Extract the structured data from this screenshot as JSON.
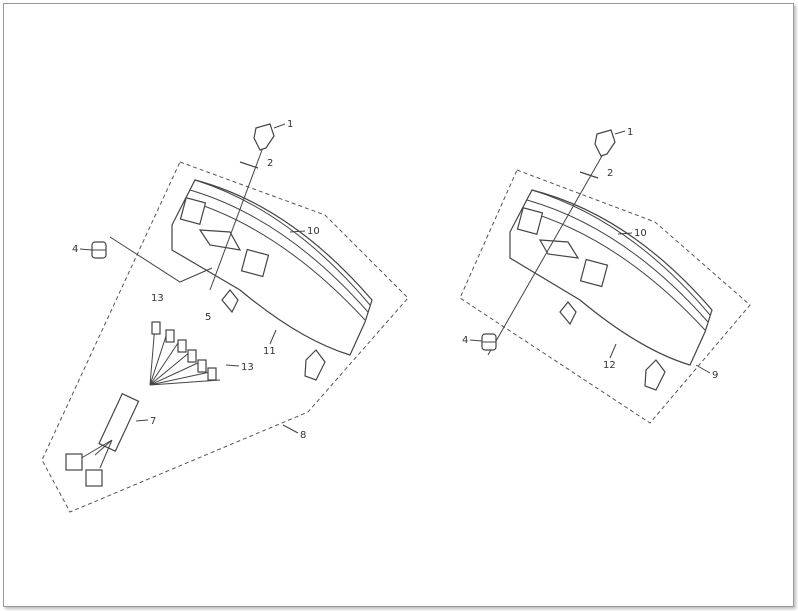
{
  "diagram": {
    "left_assembly": {
      "labels": {
        "p1": "1",
        "p2": "2",
        "p10": "10",
        "p4": "4",
        "p13a": "13",
        "p5": "5",
        "p11": "11",
        "p13b": "13",
        "p7": "7",
        "p8": "8"
      }
    },
    "right_assembly": {
      "labels": {
        "p1": "1",
        "p2": "2",
        "p10": "10",
        "p4": "4",
        "p12": "12",
        "p9": "9"
      }
    }
  }
}
